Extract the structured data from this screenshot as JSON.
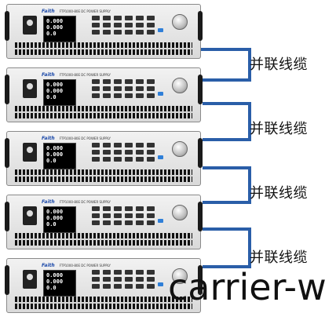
{
  "units": [
    {
      "brand": "Faith",
      "model": "FTP1000-80E  DC POWER SUPPLY",
      "readings": [
        "0.000",
        "0.000",
        "0.0"
      ]
    },
    {
      "brand": "Faith",
      "model": "FTP1000-80E  DC POWER SUPPLY",
      "readings": [
        "0.000",
        "0.000",
        "0.0"
      ]
    },
    {
      "brand": "Faith",
      "model": "FTP1000-80E  DC POWER SUPPLY",
      "readings": [
        "0.000",
        "0.000",
        "0.0"
      ]
    },
    {
      "brand": "Faith",
      "model": "FTP1000-80E  DC POWER SUPPLY",
      "readings": [
        "0.000",
        "0.000",
        "0.0"
      ]
    },
    {
      "brand": "Faith",
      "model": "FTP1000-80E  DC POWER SUPPLY",
      "readings": [
        "0.000",
        "0.000",
        "0.0"
      ]
    }
  ],
  "connections": [
    {
      "label": "并联线缆"
    },
    {
      "label": "并联线缆"
    },
    {
      "label": "并联线缆"
    },
    {
      "label": "并联线缆"
    }
  ],
  "watermark": "carrier-w",
  "colors": {
    "cable": "#2a5ea8",
    "accent_button": "#2f7fd8"
  }
}
